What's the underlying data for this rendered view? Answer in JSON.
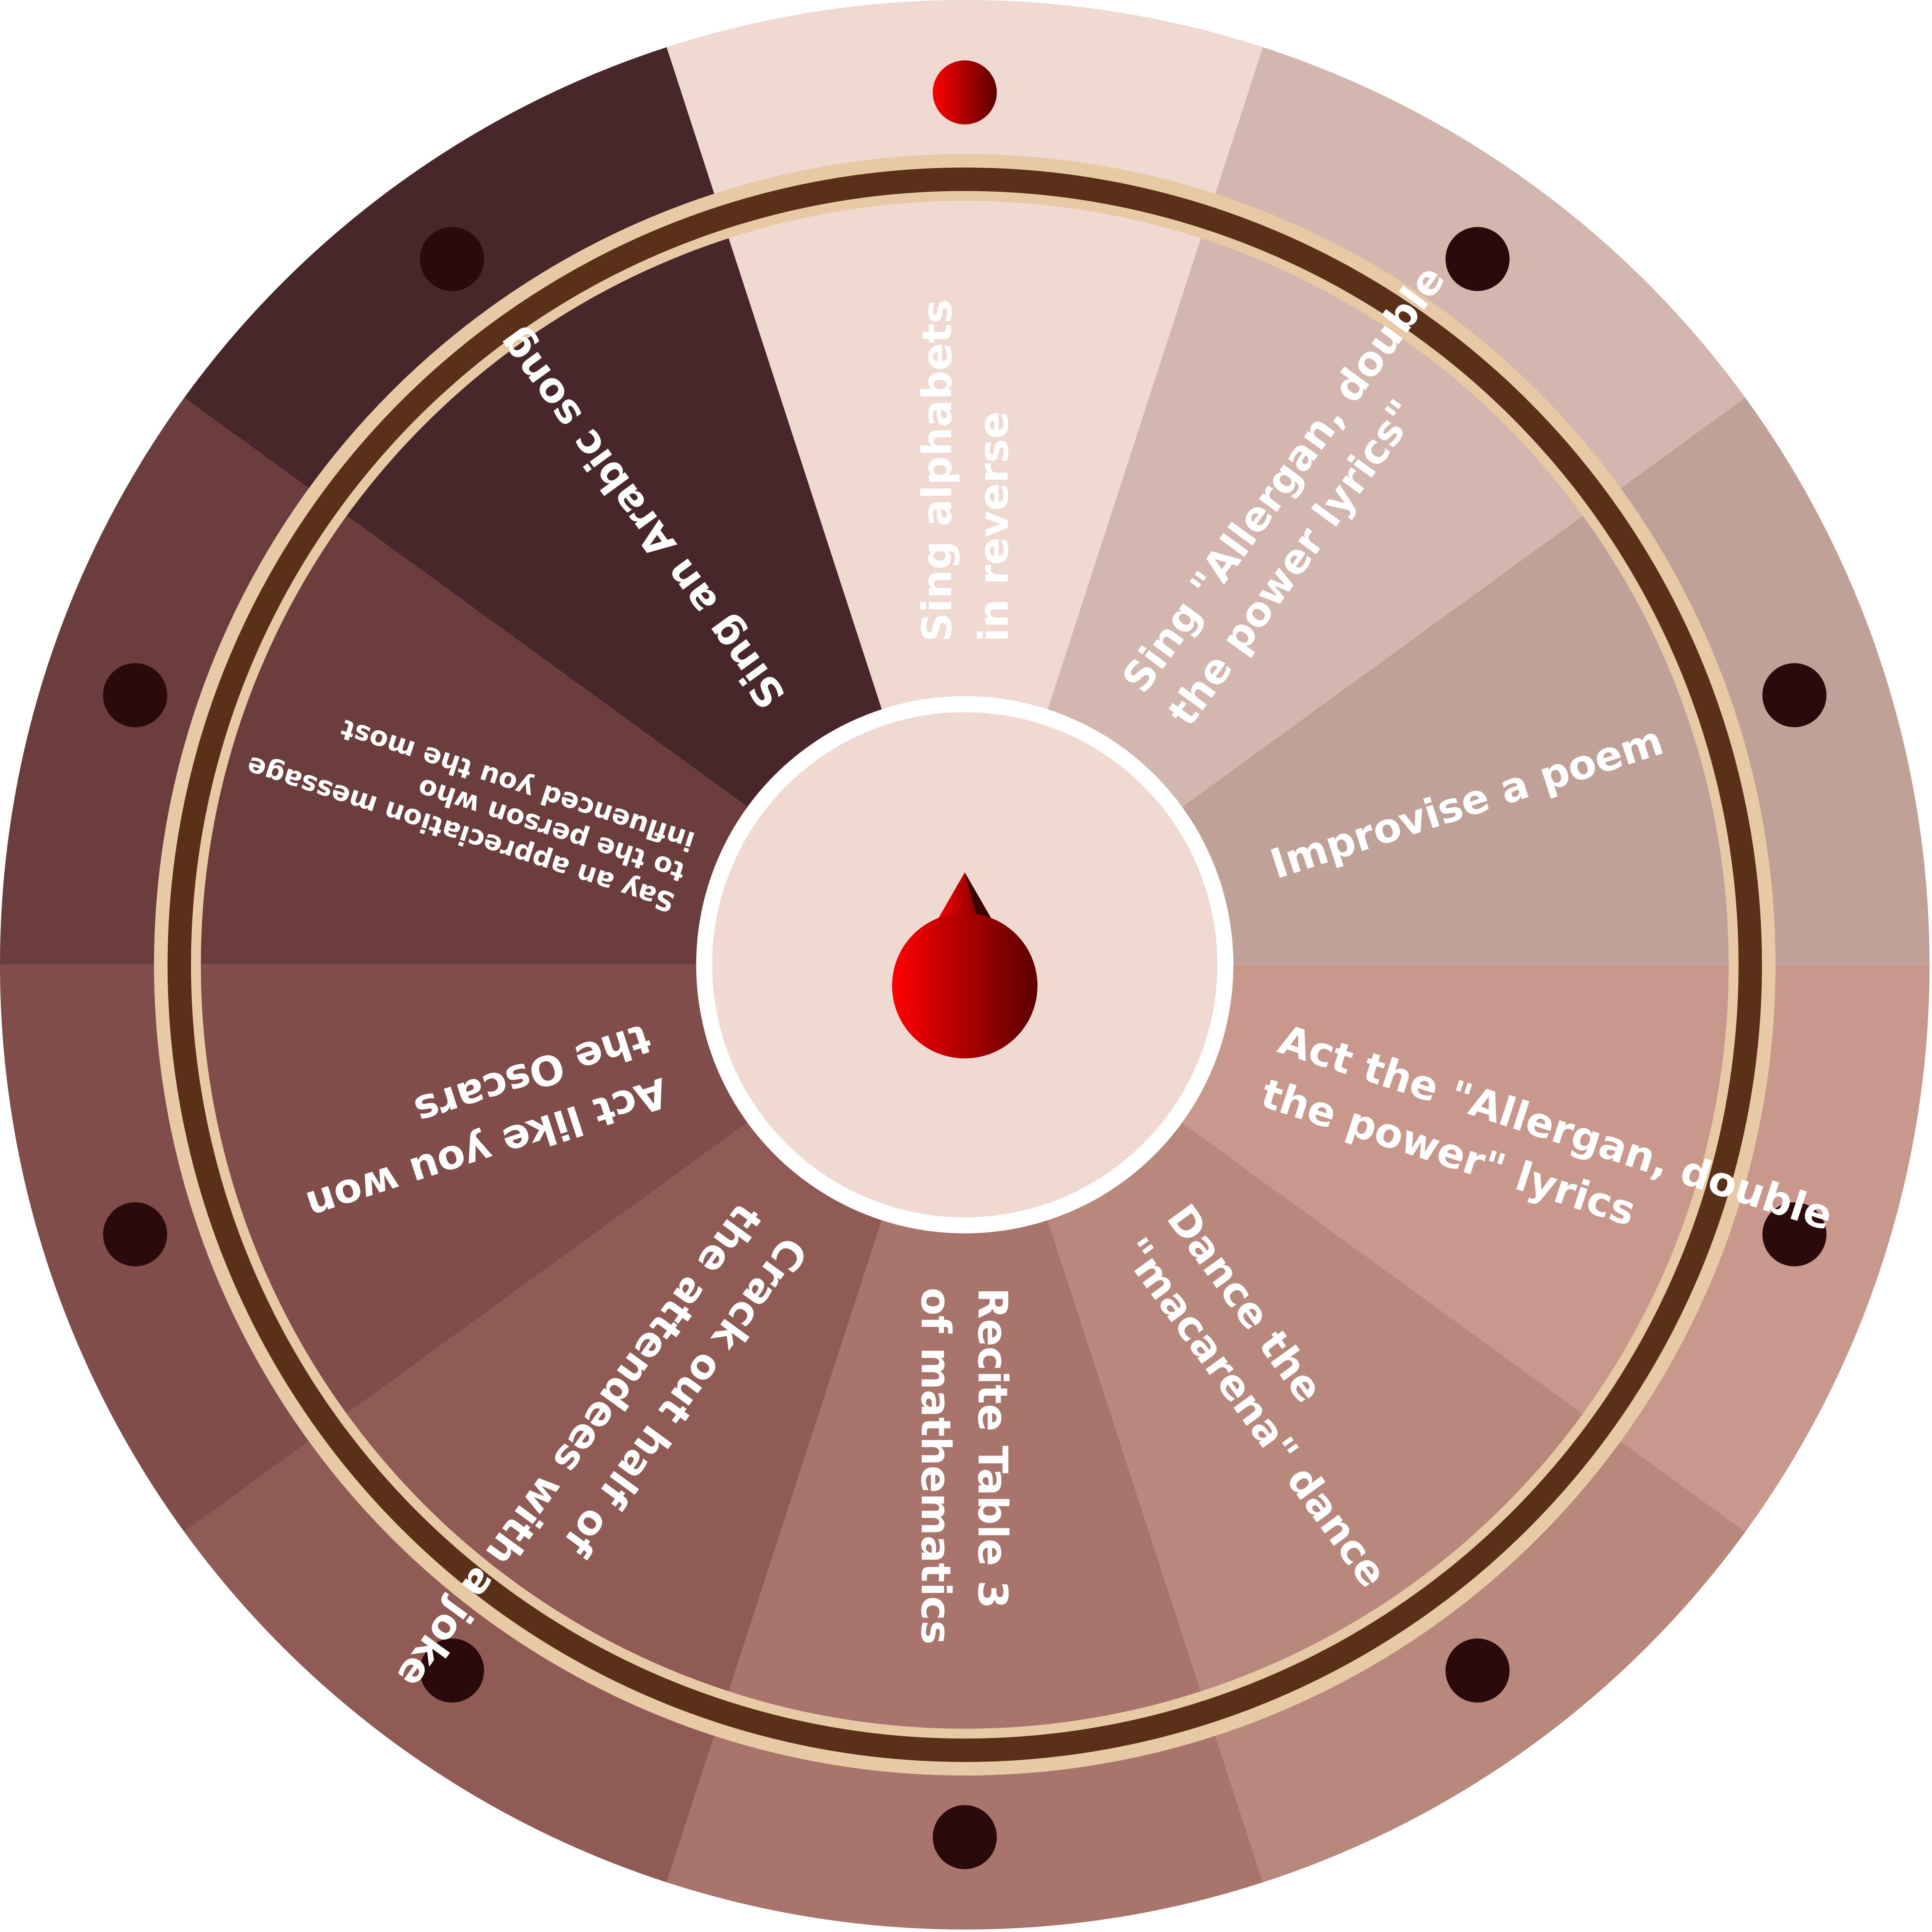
{
  "wheel": {
    "segments": [
      {
        "lines": [
          "Sing alphabets",
          "in reverse"
        ],
        "color": "#f0d9d1"
      },
      {
        "lines": [
          "Sing \"Allergan, double",
          "the power lyrics\""
        ],
        "color": "#d3b6ad"
      },
      {
        "lines": [
          "Improvise a poem"
        ],
        "color": "#c0a197"
      },
      {
        "lines": [
          "Act the \"Allergan, double",
          "the power\" lyrics"
        ],
        "color": "#c8988c"
      },
      {
        "lines": [
          "Dance the",
          "\"macarena\" dance"
        ],
        "color": "#b8887d"
      },
      {
        "lines": [
          "Recite Table 3",
          "of mathematics"
        ],
        "color": "#a8746b"
      },
      {
        "lines": [
          "Crack out half of",
          "the attendees with a joke"
        ],
        "color": "#8f5b54"
      },
      {
        "lines": [
          "Act like you won",
          "the Oscars"
        ],
        "color": "#804d4a"
      },
      {
        "lines": [
          "Say an appreciation message",
          "to the person who",
          "influenced you the most"
        ],
        "color": "#6b3d3c"
      },
      {
        "lines": [
          "Sing an Arabic song"
        ],
        "color": "#48272b"
      }
    ],
    "colors": {
      "ring_outer": "#e8c9a6",
      "ring_inner": "#5a3118",
      "peg": "#2b0a0b",
      "active_peg": "#d40000",
      "hub_border": "#ffffff",
      "hub_fill": "#f0d9d1",
      "pointer": "#c40000"
    },
    "pointer_icon": "teardrop-pointer-icon",
    "active_segment": 0
  }
}
